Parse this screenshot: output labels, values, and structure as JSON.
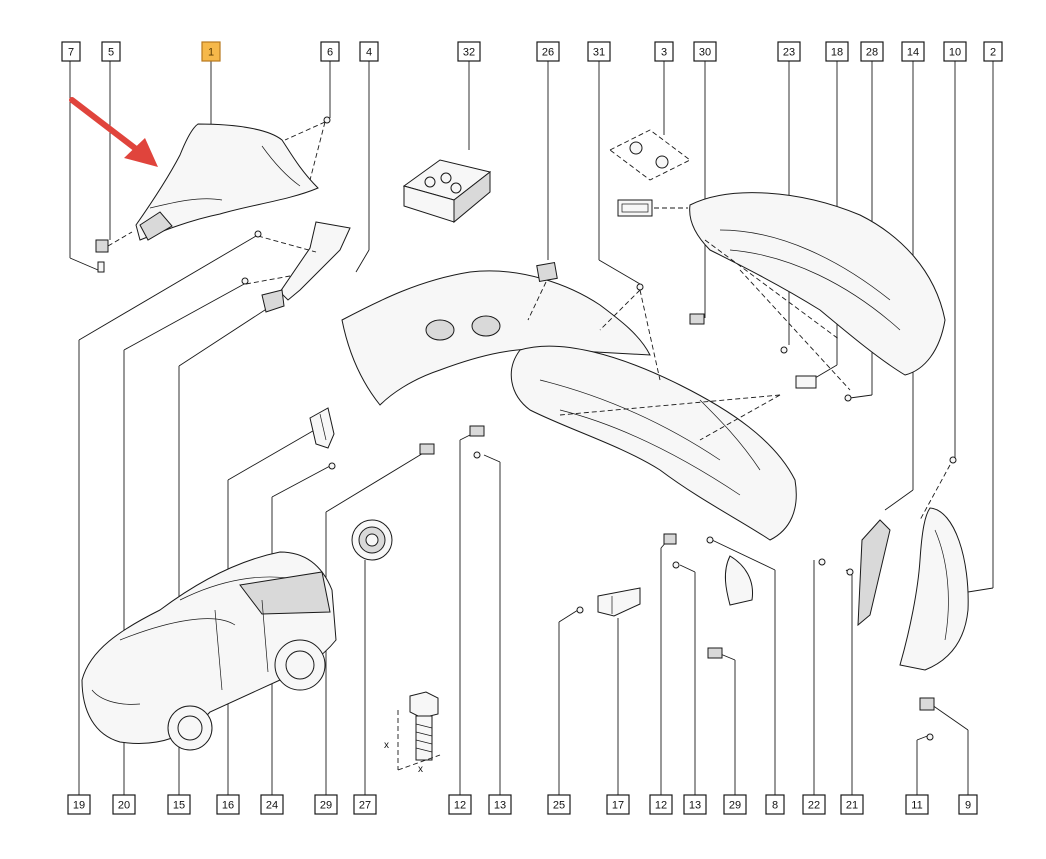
{
  "diagram": {
    "highlight_color": "#f6b84a",
    "arrow_color": "#e0443c",
    "top_callouts": [
      "7",
      "5",
      "1",
      "6",
      "4",
      "32",
      "26",
      "31",
      "3",
      "30",
      "23",
      "18",
      "28",
      "14",
      "10",
      "2"
    ],
    "bottom_callouts": [
      "19",
      "20",
      "15",
      "16",
      "24",
      "29",
      "27",
      "12",
      "13",
      "25",
      "17",
      "12",
      "13",
      "29",
      "8",
      "22",
      "21",
      "11",
      "9"
    ],
    "highlighted_part": "1",
    "dimension_labels": [
      "x",
      "x"
    ],
    "icons": [
      "pointer-arrow-icon",
      "car-silhouette-icon",
      "bolt-icon",
      "clip-icon",
      "screw-icon"
    ]
  }
}
